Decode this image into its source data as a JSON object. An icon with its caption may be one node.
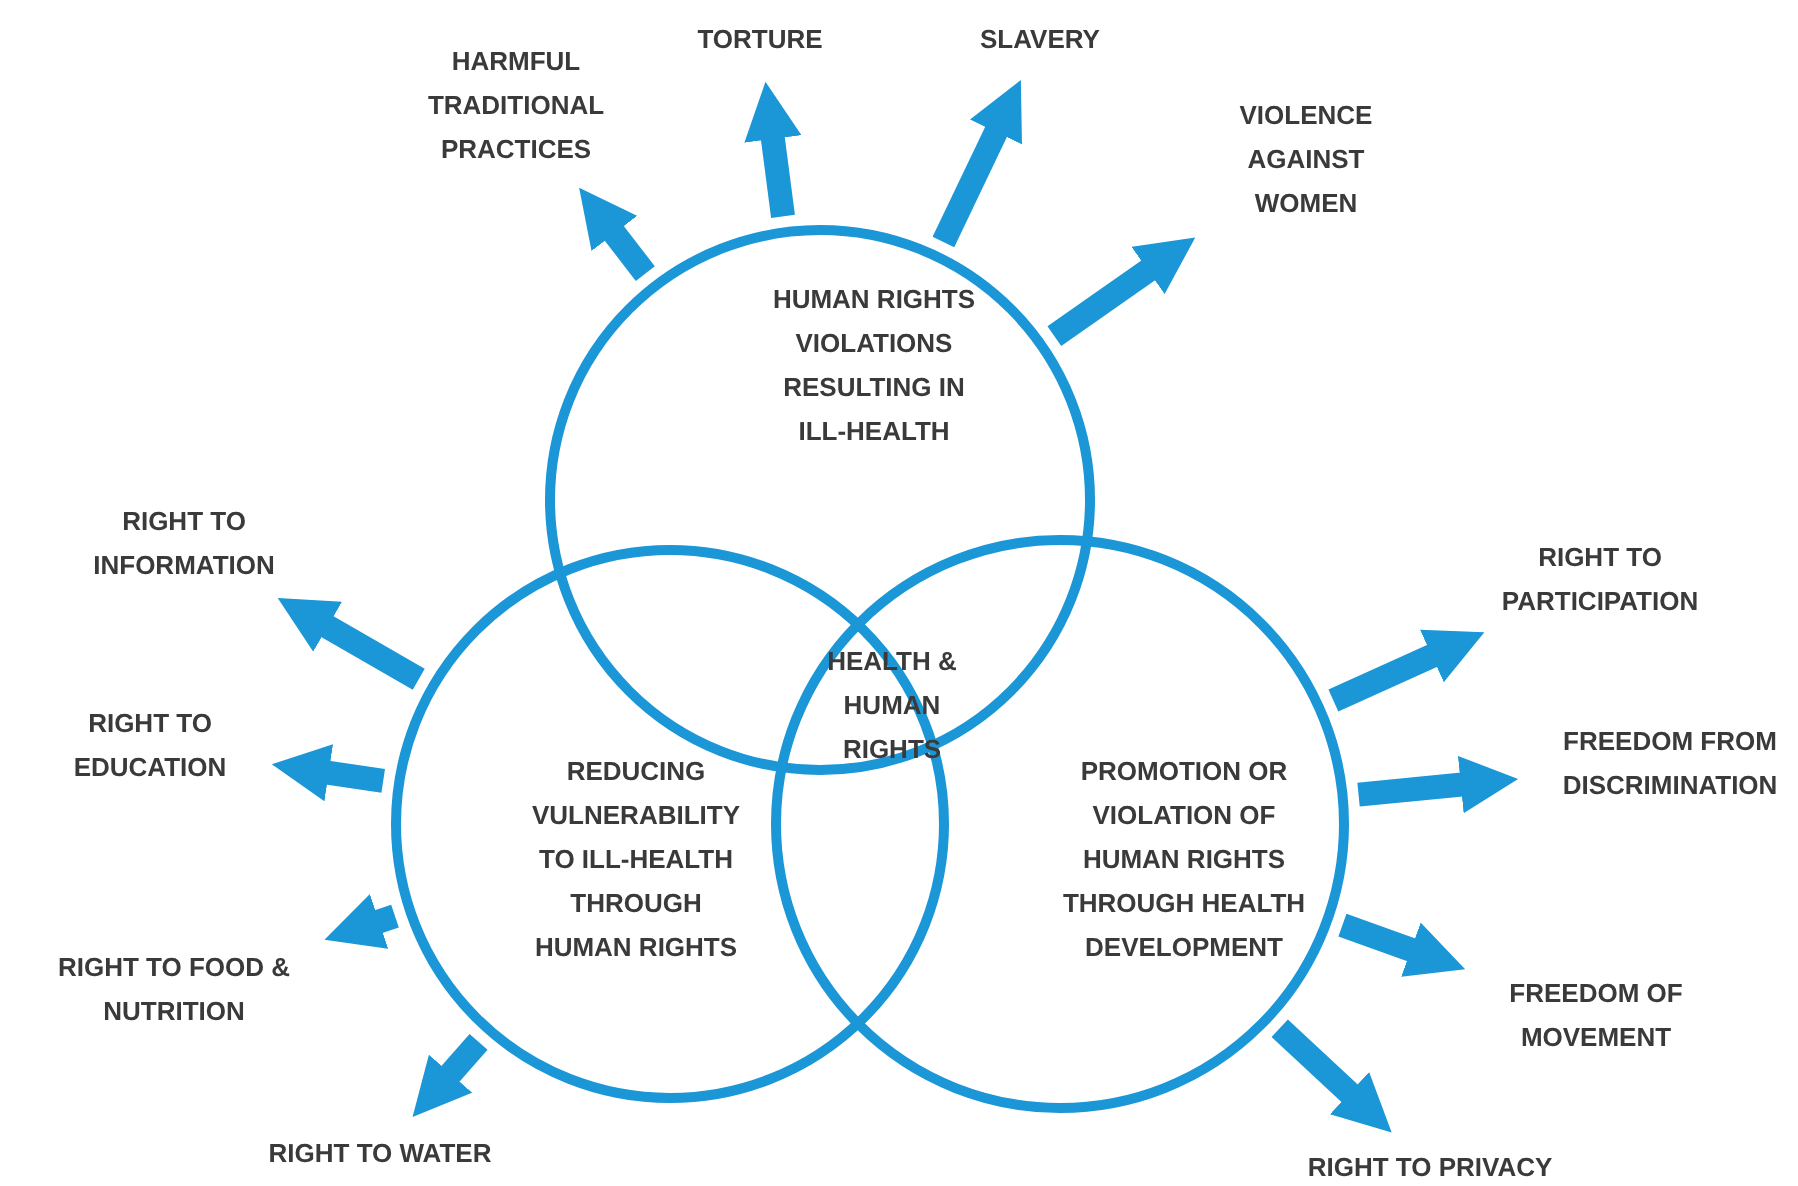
{
  "diagram": {
    "nodes": [
      {
        "text": [
          "HUMAN RIGHTS VIOLATIONS RESULTING IN ILL-HEALTH"
        ]
      },
      {
        "text": [
          "REDUCING VULNERABILITY TO ILL-HEALTH THROUGH HUMAN RIGHTS"
        ]
      },
      {
        "text": [
          "PROMOTION OR VIOLATION OF HUMAN RIGHTS THROUGH HEALTH DEVELOPMENT"
        ]
      },
      {
        "text": [
          "HEALTH & HUMAN RIGHTS"
        ]
      },
      {
        "text": [
          "HARMFUL TRADITIONAL PRACTICES"
        ]
      },
      {
        "text": [
          "TORTURE"
        ]
      },
      {
        "text": [
          "SLAVERY"
        ]
      },
      {
        "text": [
          "VIOLENCE AGAINST WOMEN"
        ]
      },
      {
        "text": [
          "RIGHT TO INFORMATION"
        ]
      },
      {
        "text": [
          "RIGHT TO EDUCATION"
        ]
      },
      {
        "text": [
          "RIGHT TO FOOD & NUTRITION"
        ]
      },
      {
        "text": [
          "RIGHT TO WATER"
        ]
      },
      {
        "text": [
          "RIGHT TO PARTICIPATION"
        ]
      },
      {
        "text": [
          "FREEDOM FROM DISCRIMINATION"
        ]
      },
      {
        "text": [
          "FREEDOM OF MOVEMENT"
        ]
      },
      {
        "text": [
          "RIGHT TO PRIVACY"
        ]
      }
    ],
    "edges": [
      {
        "from": 0,
        "to": 4,
        "arrow": "to"
      },
      {
        "from": 0,
        "to": 5,
        "arrow": "to"
      },
      {
        "from": 0,
        "to": 6,
        "arrow": "to"
      },
      {
        "from": 0,
        "to": 7,
        "arrow": "to"
      },
      {
        "from": 1,
        "to": 8,
        "arrow": "to"
      },
      {
        "from": 1,
        "to": 9,
        "arrow": "to"
      },
      {
        "from": 1,
        "to": 10,
        "arrow": "to"
      },
      {
        "from": 1,
        "to": 11,
        "arrow": "to"
      },
      {
        "from": 2,
        "to": 12,
        "arrow": "to"
      },
      {
        "from": 2,
        "to": 13,
        "arrow": "to"
      },
      {
        "from": 2,
        "to": 14,
        "arrow": "to"
      },
      {
        "from": 2,
        "to": 15,
        "arrow": "to"
      }
    ]
  }
}
